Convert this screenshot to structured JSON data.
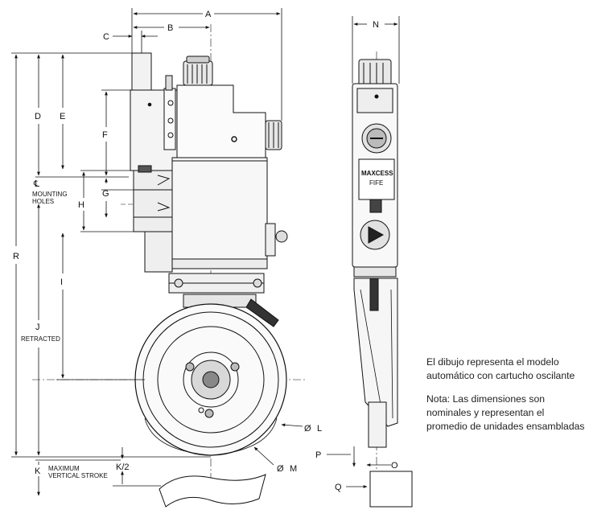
{
  "dimension_labels": {
    "A": "A",
    "B": "B",
    "C": "C",
    "D": "D",
    "E": "E",
    "F": "F",
    "G": "G",
    "H": "H",
    "I": "I",
    "J": "J",
    "K": "K",
    "K2": "K/2",
    "L": "L",
    "M": "M",
    "N": "N",
    "O": "O",
    "P": "P",
    "Q": "Q",
    "R": "R"
  },
  "symbols": {
    "diameter": "Ø",
    "centerline": "℄"
  },
  "annotations": {
    "mounting_holes_line1": "MOUNTING",
    "mounting_holes_line2": "HOLES",
    "retracted": "RETRACTED",
    "max_stroke_line1": "MAXIMUM",
    "max_stroke_line2": "VERTICAL STROKE"
  },
  "device_labels": {
    "brand": "MAXCESS",
    "badge": "FIFE"
  },
  "notes": {
    "model_note": "El dibujo representa el modelo automático con cartucho oscilante",
    "dimension_note": "Nota: Las dimensiones son nominales y representan el promedio de unidades ensambladas"
  }
}
